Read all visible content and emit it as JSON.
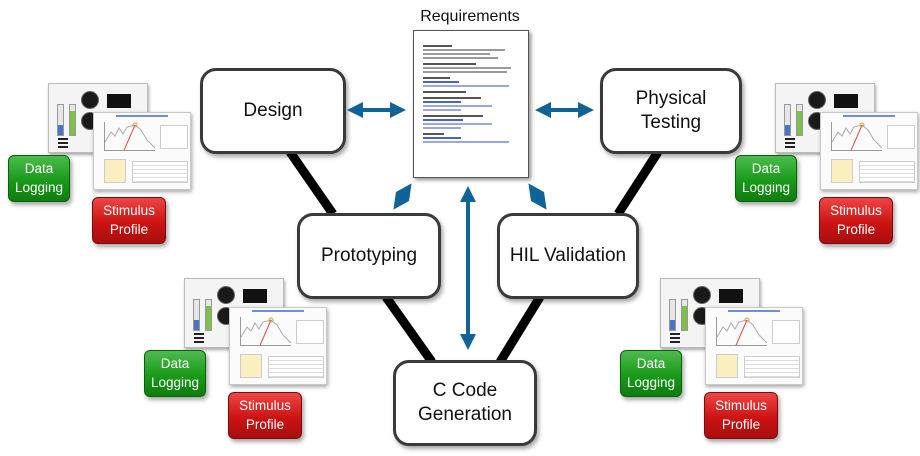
{
  "diagram": {
    "requirements": {
      "label": "Requirements",
      "document_icon": "document-icon"
    },
    "nodes": [
      {
        "id": "design",
        "label": "Design"
      },
      {
        "id": "physical-testing",
        "label": "Physical\nTesting"
      },
      {
        "id": "prototyping",
        "label": "Prototyping"
      },
      {
        "id": "hil-validation",
        "label": "HIL Validation"
      },
      {
        "id": "c-code-generation",
        "label": "C Code\nGeneration"
      }
    ],
    "connections": [
      {
        "from": "design",
        "to": "prototyping",
        "style": "thick-black-line"
      },
      {
        "from": "prototyping",
        "to": "c-code-generation",
        "style": "thick-black-line"
      },
      {
        "from": "physical-testing",
        "to": "hil-validation",
        "style": "thick-black-line"
      },
      {
        "from": "hil-validation",
        "to": "c-code-generation",
        "style": "thick-black-line"
      }
    ],
    "arrows": [
      {
        "between": [
          "design",
          "requirements"
        ],
        "style": "double-headed"
      },
      {
        "between": [
          "requirements",
          "physical-testing"
        ],
        "style": "double-headed"
      },
      {
        "between": [
          "prototyping",
          "requirements"
        ],
        "style": "double-headed"
      },
      {
        "between": [
          "hil-validation",
          "requirements"
        ],
        "style": "double-headed"
      },
      {
        "between": [
          "requirements",
          "c-code-generation"
        ],
        "style": "double-headed"
      }
    ],
    "tool_clusters": [
      {
        "attached_to": "design",
        "data_logging": "Data\nLogging",
        "stimulus_profile": "Stimulus\nProfile"
      },
      {
        "attached_to": "physical-testing",
        "data_logging": "Data\nLogging",
        "stimulus_profile": "Stimulus\nProfile"
      },
      {
        "attached_to": "prototyping",
        "data_logging": "Data\nLogging",
        "stimulus_profile": "Stimulus\nProfile"
      },
      {
        "attached_to": "hil-validation",
        "data_logging": "Data\nLogging",
        "stimulus_profile": "Stimulus\nProfile"
      }
    ]
  },
  "colors": {
    "arrow": "#0f6399",
    "connector": "#000000",
    "node_border": "#3a3a3a",
    "data_logging": "#199a19",
    "stimulus_profile": "#cc1414"
  }
}
